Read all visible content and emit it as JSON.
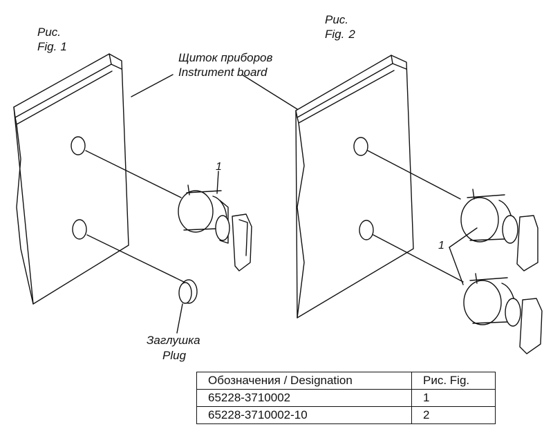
{
  "figures": {
    "fig1": {
      "ru": "Рис.",
      "en": "Fig.",
      "number": "1"
    },
    "fig2": {
      "ru": "Рис.",
      "en": "Fig.",
      "number": "2"
    }
  },
  "labels": {
    "board_ru": "Щиток приборов",
    "board_en": "Instrument board",
    "plug_ru": "Заглушка",
    "plug_en": "Plug",
    "callout_fig1": "1",
    "callout_fig2": "1"
  },
  "table": {
    "headers": [
      "Обозначения / Designation",
      "Рис. Fig."
    ],
    "rows": [
      [
        "65228-3710002",
        "1"
      ],
      [
        "65228-3710002-10",
        "2"
      ]
    ]
  }
}
